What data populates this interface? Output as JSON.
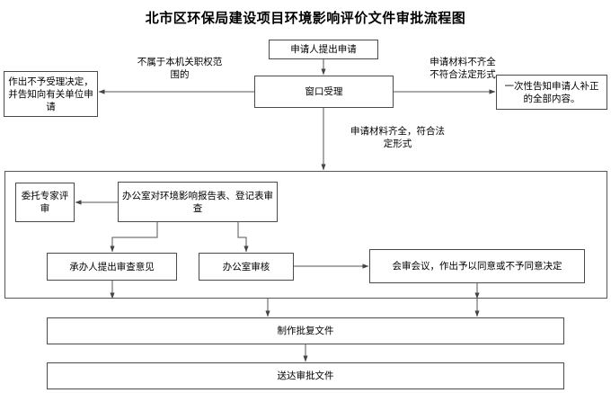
{
  "title": "北市区环保局建设项目环境影响评价文件审批流程图",
  "nodes": {
    "apply": "申请人提出申请",
    "window": "窗口受理",
    "reject": "作出不予受理决定，并告知向有关单位申请",
    "notify": "一次性告知申请人补正的全部内容。",
    "expert": "委托专家评审",
    "office_review": "办公室对环境影响报告表、登记表审查",
    "opinion": "承办人提出审查意见",
    "office_check": "办公室审核",
    "meeting": "会审会议，作出予以同意或不予同意决定",
    "produce": "制作批复文件",
    "deliver": "送达审批文件"
  },
  "edge_labels": {
    "not_jurisdiction": "不属于本机关职权范\n围的",
    "incomplete": "申请材料不齐全\n不符合法定形式",
    "complete": "申请材料齐全，符合法\n定形式"
  },
  "colors": {
    "background": "#ffffff",
    "text": "#000000",
    "box_border": "#4a4a4a",
    "group_border": "#555555",
    "connector": "#555555"
  }
}
